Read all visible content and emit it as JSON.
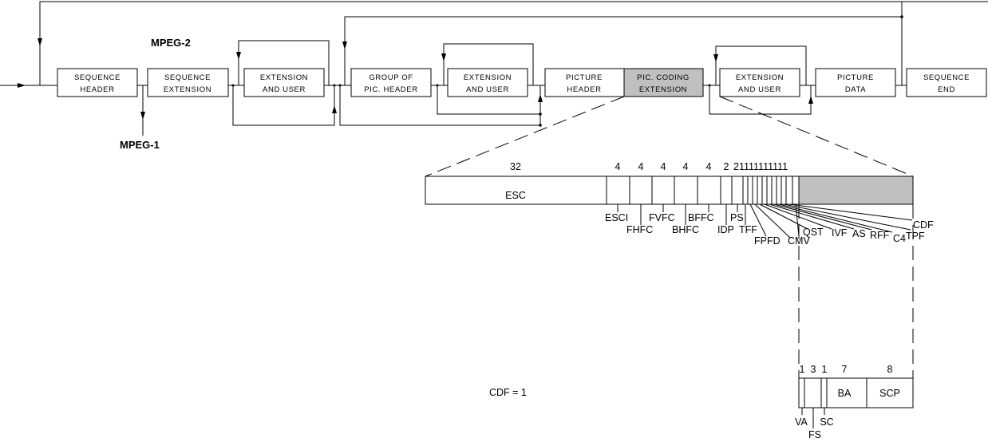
{
  "boxes": [
    {
      "line1": "SEQUENCE",
      "line2": "HEADER"
    },
    {
      "line1": "SEQUENCE",
      "line2": "EXTENSION"
    },
    {
      "line1": "EXTENSION",
      "line2": "AND USER"
    },
    {
      "line1": "GROUP OF",
      "line2": "PIC. HEADER"
    },
    {
      "line1": "EXTENSION",
      "line2": "AND USER"
    },
    {
      "line1": "PICTURE",
      "line2": "HEADER"
    },
    {
      "line1": "PIC. CODING",
      "line2": "EXTENSION"
    },
    {
      "line1": "EXTENSION",
      "line2": "AND USER"
    },
    {
      "line1": "PICTURE",
      "line2": "DATA"
    },
    {
      "line1": "SEQUENCE",
      "line2": "END"
    }
  ],
  "labels": {
    "mpeg2": "MPEG-2",
    "mpeg1": "MPEG-1",
    "cdf_note": "CDF = 1"
  },
  "bitfield": {
    "bits": [
      "32",
      "4",
      "4",
      "4",
      "4",
      "4",
      "2",
      "21111111111"
    ],
    "esc": "ESC",
    "fields": [
      "ESCI",
      "FHFC",
      "FVFC",
      "BHFC",
      "BFFC",
      "IDP",
      "PS",
      "TFF",
      "FPFD",
      "CMV",
      "QST",
      "IVF",
      "AS",
      "RFF",
      "C4",
      "TPF",
      "CDF"
    ]
  },
  "sub": {
    "bits": [
      "1",
      "3",
      "1",
      "7",
      "8"
    ],
    "cells": [
      "BA",
      "SCP"
    ],
    "fields": [
      "VA",
      "FS",
      "SC"
    ]
  }
}
